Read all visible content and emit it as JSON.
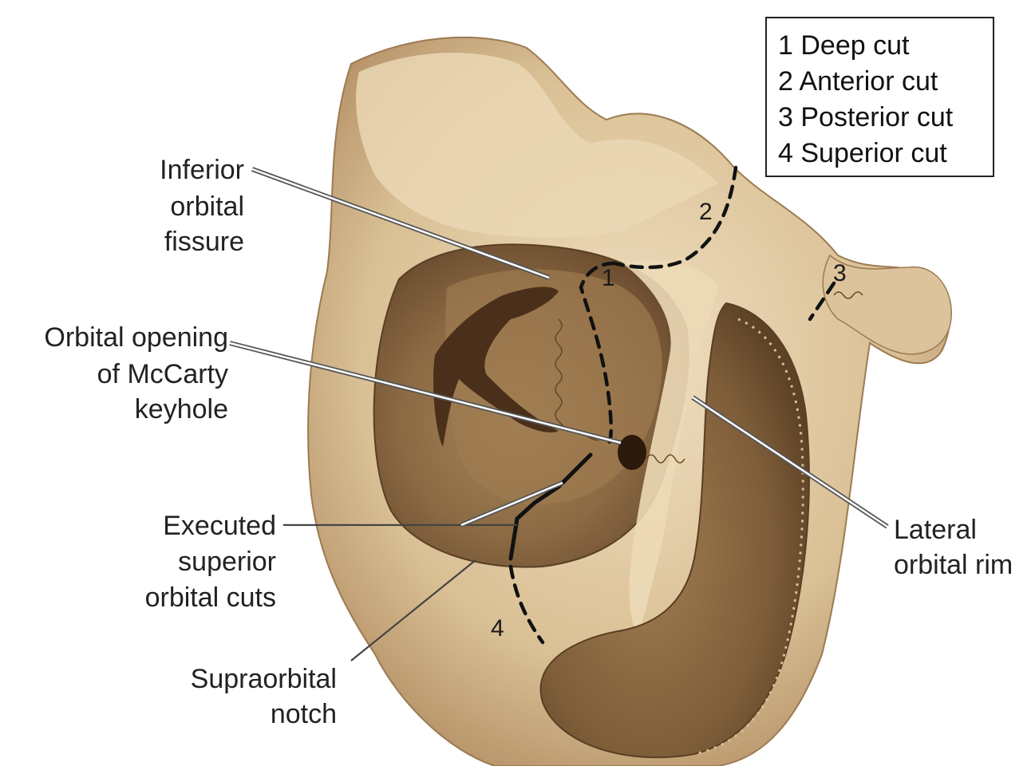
{
  "labels": {
    "inferior_orbital_fissure": [
      "Inferior",
      "orbital",
      "fissure"
    ],
    "orbital_opening": [
      "Orbital opening",
      "of McCarty",
      "keyhole"
    ],
    "executed_cuts": [
      "Executed",
      "superior",
      "orbital cuts"
    ],
    "supraorbital_notch": [
      "Supraorbital",
      "notch"
    ],
    "lateral_orbital_rim": [
      "Lateral",
      "orbital rim"
    ]
  },
  "legend": [
    "1 Deep cut",
    "2 Anterior cut",
    "3 Posterior cut",
    "4 Superior cut"
  ],
  "cut_numbers": [
    "1",
    "2",
    "3",
    "4"
  ],
  "colors": {
    "bone_light": "#e9d6b3",
    "bone_mid": "#c9a97c",
    "bone_dark": "#8c6a43",
    "cavity": "#7a5a3a"
  }
}
